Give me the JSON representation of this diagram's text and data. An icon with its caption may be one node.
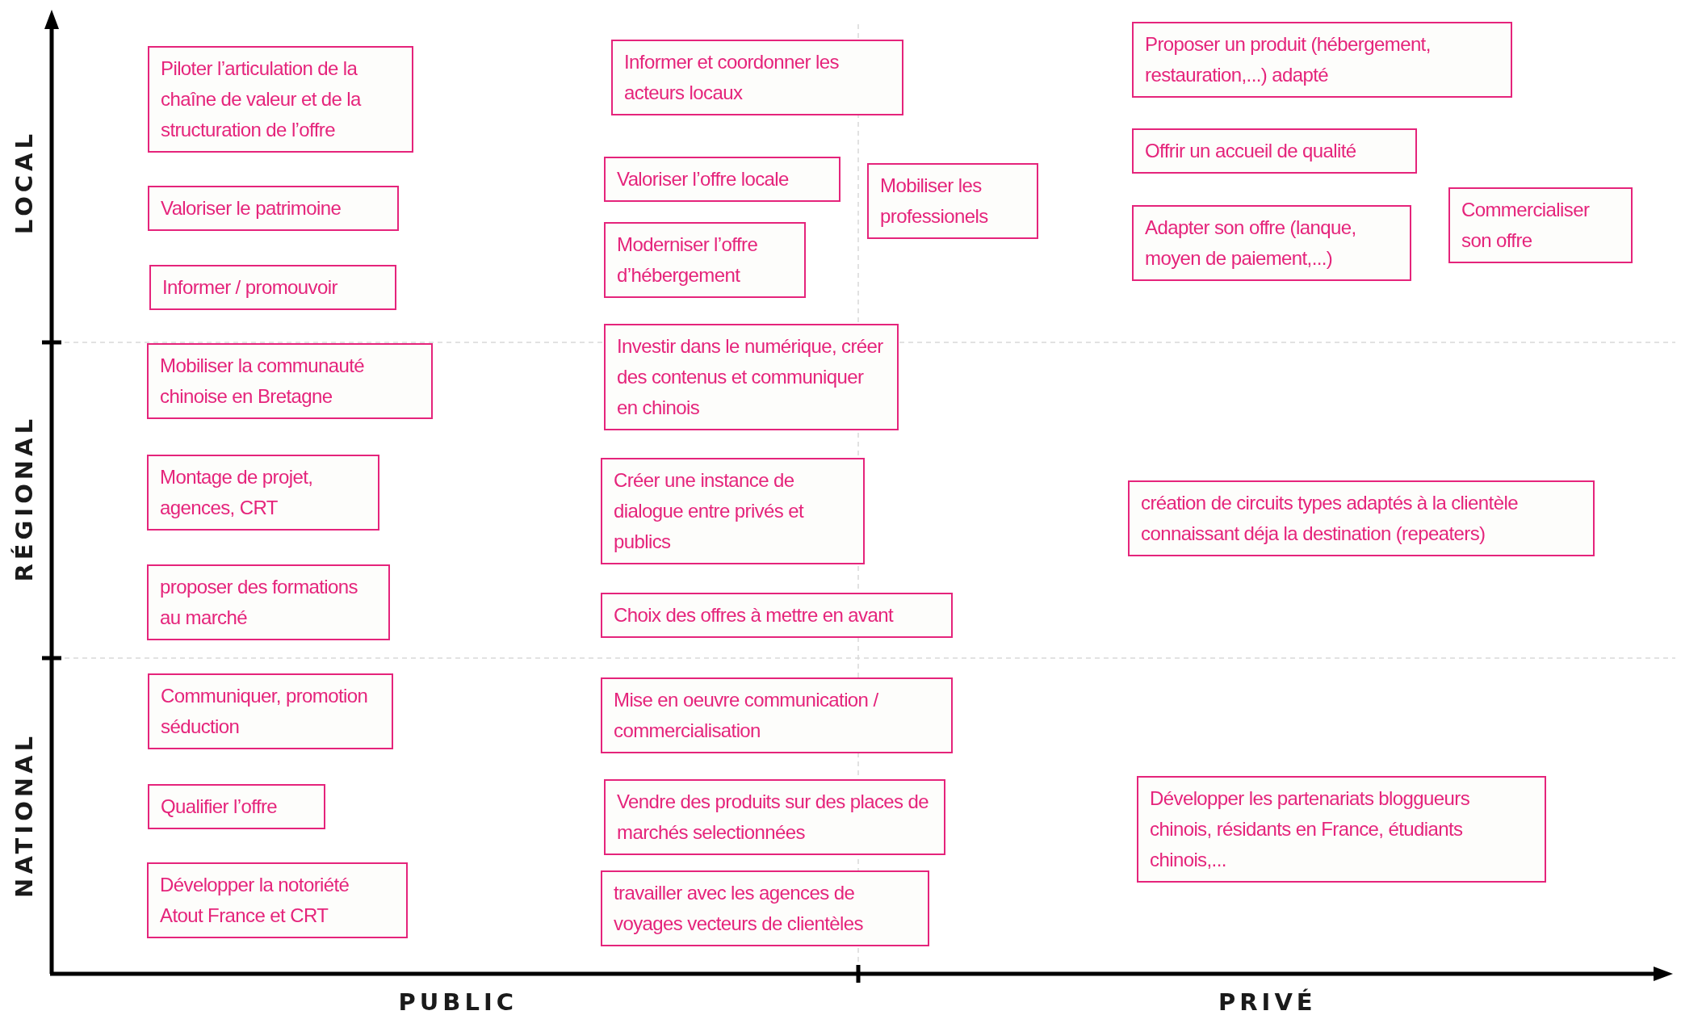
{
  "diagram": {
    "nodes": [
      {
        "text": [
          "Piloter l’articulation de la chaîne de valeur et de la structuration de l’offre"
        ]
      },
      {
        "text": [
          "Valoriser le patrimoine"
        ]
      },
      {
        "text": [
          "Informer / promouvoir"
        ]
      },
      {
        "text": [
          "Mobiliser la communauté chinoise en Bretagne"
        ]
      },
      {
        "text": [
          "Montage de projet, agences, CRT"
        ]
      },
      {
        "text": [
          "proposer des formations au marché"
        ]
      },
      {
        "text": [
          "Communiquer, promotion séduction"
        ]
      },
      {
        "text": [
          "Qualifier l’offre"
        ]
      },
      {
        "text": [
          "Développer la notoriété Atout France et CRT"
        ]
      },
      {
        "text": [
          "Informer et coordonner les acteurs locaux"
        ]
      },
      {
        "text": [
          "Valoriser l’offre locale"
        ]
      },
      {
        "text": [
          "Moderniser l’offre d’hébergement"
        ]
      },
      {
        "text": [
          "Investir dans le numérique, créer des contenus et communiquer en chinois"
        ]
      },
      {
        "text": [
          "Créer une instance de dialogue entre privés et publics"
        ]
      },
      {
        "text": [
          "Choix des offres à mettre en avant"
        ]
      },
      {
        "text": [
          "Mise en oeuvre communication / commercialisation"
        ]
      },
      {
        "text": [
          "Vendre des produits sur des places de marchés selectionnées"
        ]
      },
      {
        "text": [
          "travailler avec les agences de voyages vecteurs de clientèles"
        ]
      },
      {
        "text": [
          "Mobiliser les professionels"
        ]
      },
      {
        "text": [
          "Proposer un produit (hébergement, restauration,...) adapté"
        ]
      },
      {
        "text": [
          "Offrir un accueil de qualité"
        ]
      },
      {
        "text": [
          "Adapter son offre (lanque, moyen de paiement,...)"
        ]
      },
      {
        "text": [
          "Commercialiser son offre"
        ]
      },
      {
        "text": [
          "création de circuits types adaptés à la clientèle connaissant déja la destination (repeaters)"
        ]
      },
      {
        "text": [
          "Développer les partenariats bloggueurs chinois, résidants en France, étudiants chinois,..."
        ]
      }
    ],
    "labels": [
      "LOCAL",
      "RÉGIONAL",
      "NATIONAL",
      "PUBLIC",
      "PRIVÉ"
    ]
  }
}
